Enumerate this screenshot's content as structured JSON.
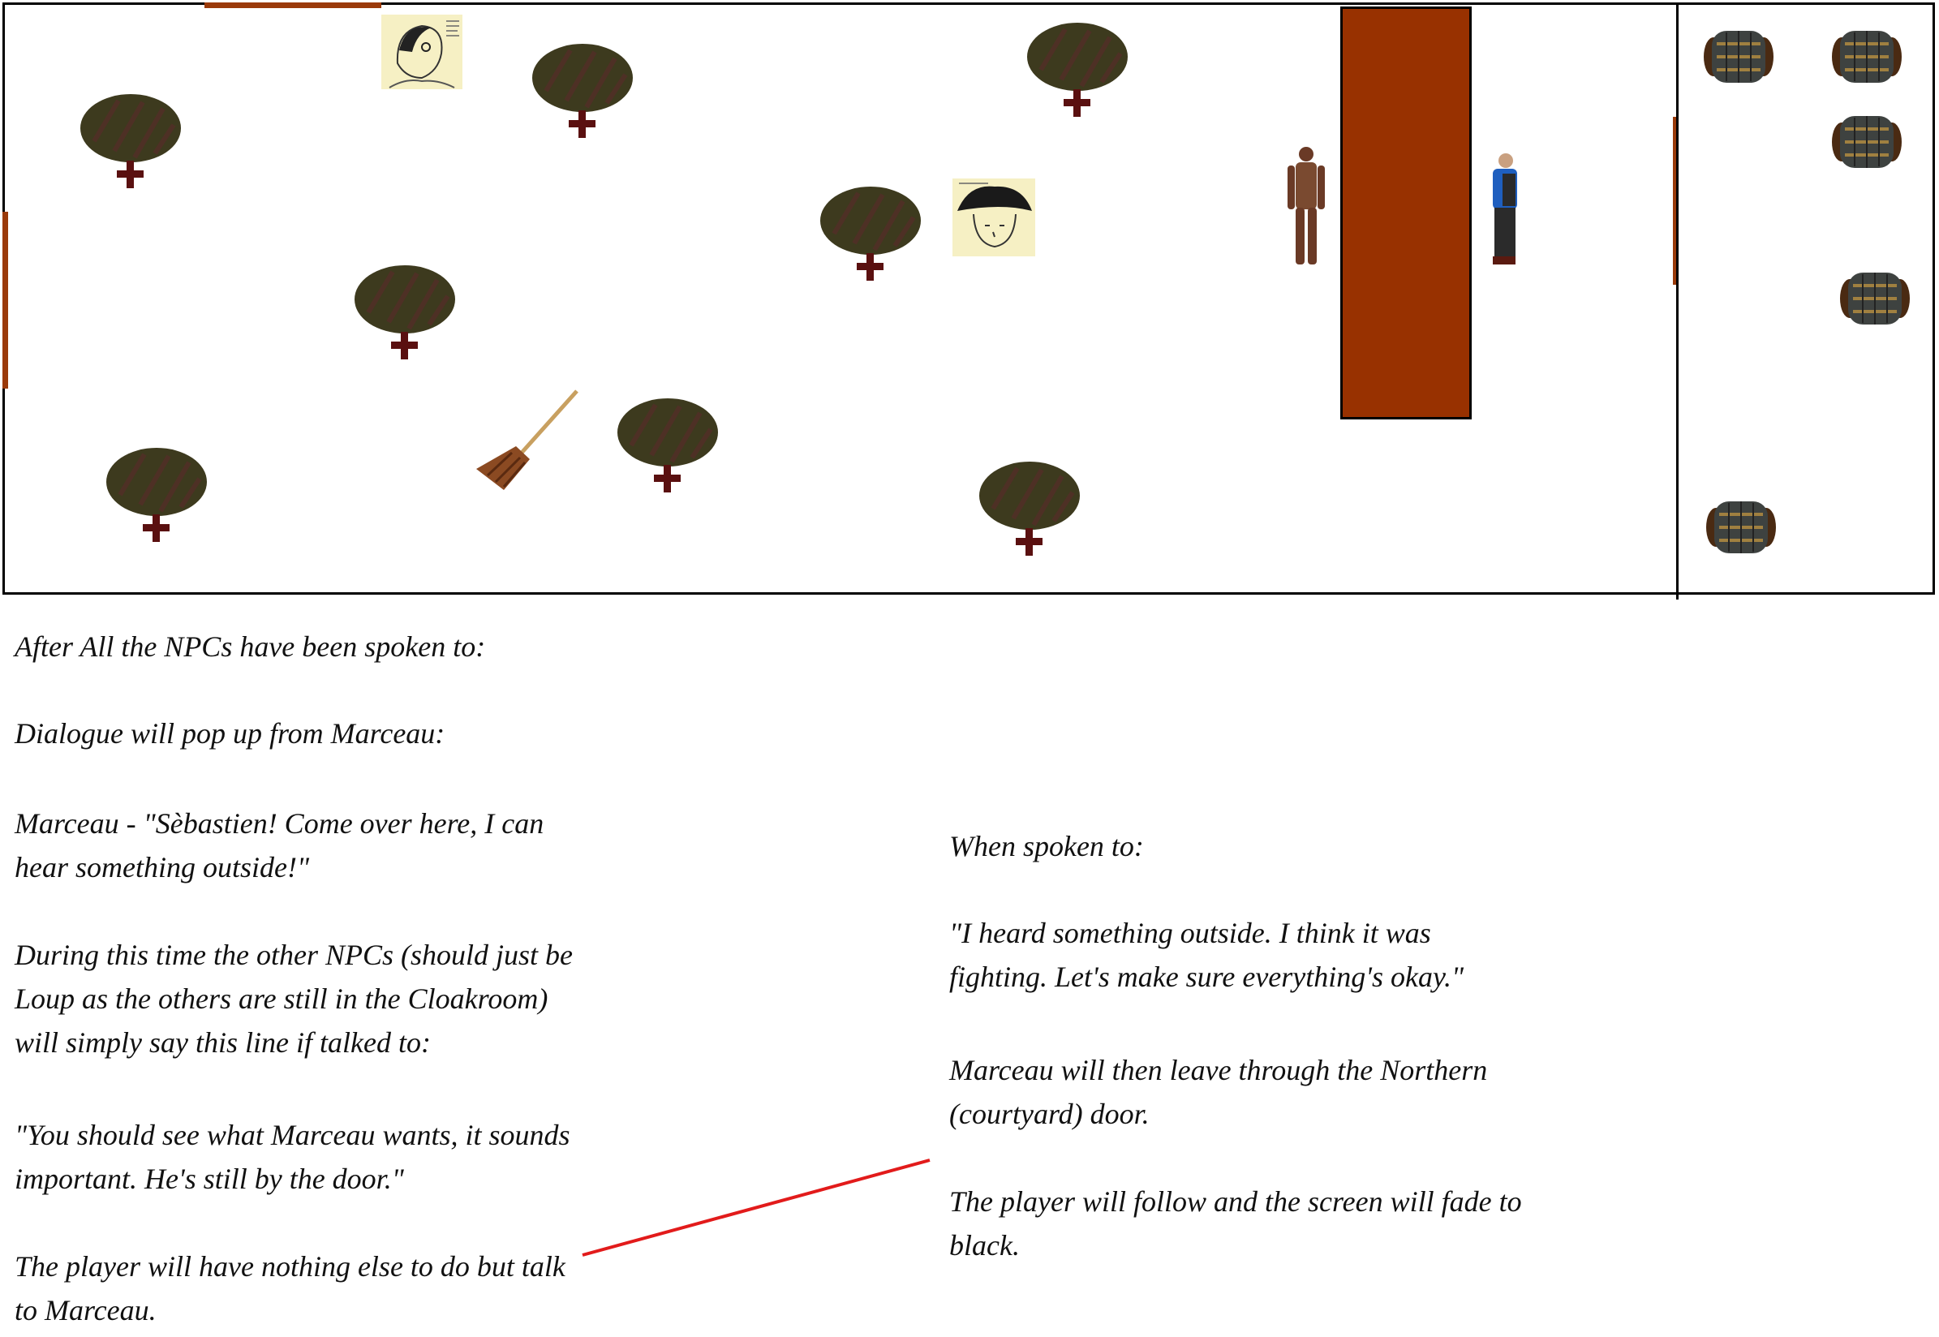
{
  "colors": {
    "door": "#9a3a0a",
    "counter": "#983100",
    "table_top": "#3d3a1e",
    "table_leg": "#5a1010",
    "connector_line": "#e21b1b"
  },
  "icons": {
    "table": "round-table-icon",
    "barrel": "barrel-icon",
    "broom": "broom-icon",
    "npc_portrait": "portrait-sketch-icon",
    "character": "character-sprite-icon"
  },
  "notes": {
    "left": [
      "After All the NPCs have been spoken to:",
      "Dialogue will pop up from Marceau:",
      "Marceau - \"Sèbastien! Come over here, I can\nhear something outside!\"",
      "During this time the other NPCs (should just be\nLoup as the others are still in the Cloakroom)\nwill simply say this line if talked to:",
      "\"You should see what Marceau wants, it sounds\nimportant. He's still by the door.\"",
      "The player will have nothing else to do but talk\nto Marceau."
    ],
    "right": [
      "When spoken to:",
      "\"I heard something outside. I think it was\nfighting. Let's make sure everything's okay.\"",
      "Marceau will then leave through the Northern\n(courtyard) door.",
      "The player will follow and the screen will fade to\nblack."
    ]
  }
}
